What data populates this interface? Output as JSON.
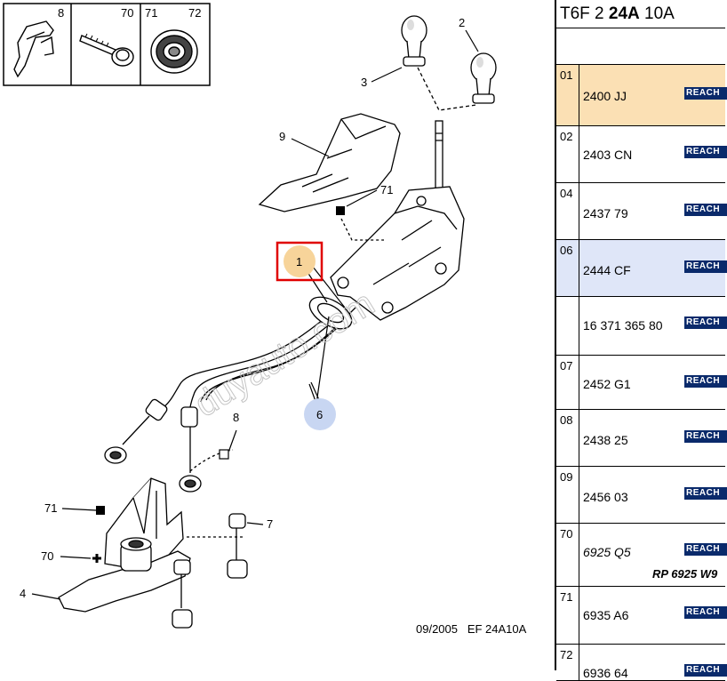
{
  "colors": {
    "highlight_row": "#fbe0b4",
    "selected_row": "#dfe6f8",
    "reach_badge": "#0a2a6b",
    "callout_border": "#e00000",
    "callout_bubble": "#f7d49a",
    "callout_bubble2": "#c8d6f2"
  },
  "diagram": {
    "inset_labels": [
      "8",
      "70",
      "71",
      "72"
    ],
    "callouts": {
      "c1": "1",
      "c2": "2",
      "c3": "3",
      "c4": "4",
      "c6": "6",
      "c7": "7",
      "c8": "8",
      "c9": "9",
      "c70": "70",
      "c71a": "71",
      "c71b": "71"
    },
    "footer": "09/2005   EF 24A10A",
    "watermark": "duyauto.com"
  },
  "panel": {
    "header_prefix": "T6F 2 ",
    "header_bold": "24A",
    "header_suffix": " 10A",
    "rows": [
      {
        "num": "01",
        "ref": "2400 JJ",
        "badge": "REACH"
      },
      {
        "num": "02",
        "ref": "2403 CN",
        "badge": "REACH"
      },
      {
        "num": "04",
        "ref": "2437 79",
        "badge": "REACH"
      },
      {
        "num": "06",
        "ref": "2444 CF",
        "badge": "REACH"
      },
      {
        "num": "",
        "ref": "16 371 365 80",
        "badge": "REACH"
      },
      {
        "num": "07",
        "ref": "2452 G1",
        "badge": "REACH"
      },
      {
        "num": "08",
        "ref": "2438 25",
        "badge": "REACH"
      },
      {
        "num": "09",
        "ref": "2456 03",
        "badge": "REACH"
      },
      {
        "num": "70",
        "ref": "6925 Q5",
        "badge": "REACH",
        "note": "RP 6925 W9"
      },
      {
        "num": "71",
        "ref": "6935 A6",
        "badge": "REACH"
      },
      {
        "num": "72",
        "ref": "6936 64",
        "badge": "REACH"
      }
    ]
  }
}
